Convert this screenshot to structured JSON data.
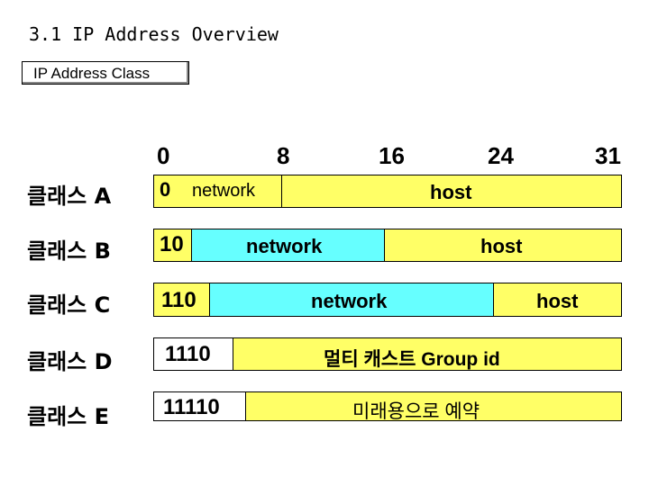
{
  "title": "3.1 IP Address Overview",
  "subtitle": "IP Address Class",
  "bit_positions": [
    "0",
    "8",
    "16",
    "24",
    "31"
  ],
  "classes": [
    {
      "label": "클래스 A",
      "prefix": "0",
      "network": "network",
      "host": "host"
    },
    {
      "label": "클래스 B",
      "prefix": "10",
      "network": "network",
      "host": "host"
    },
    {
      "label": "클래스 C",
      "prefix": "110",
      "network": "network",
      "host": "host"
    },
    {
      "label": "클래스 D",
      "prefix": "1110",
      "rest": "멀티 캐스트 Group id"
    },
    {
      "label": "클래스 E",
      "prefix": "11110",
      "rest": "미래용으로 예약"
    }
  ],
  "colors": {
    "yellow": "#ffff66",
    "cyan": "#66ffff",
    "white": "#ffffff",
    "border": "#000000"
  }
}
